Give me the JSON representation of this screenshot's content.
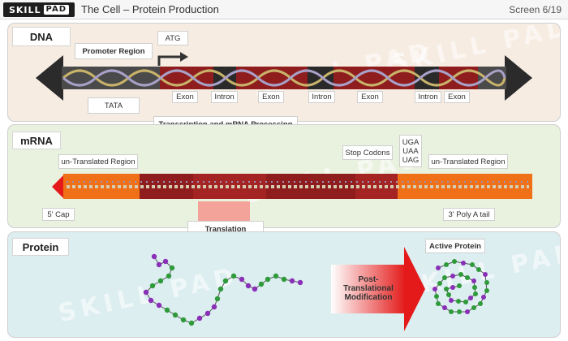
{
  "app": {
    "logo_text_1": "SKILL",
    "logo_text_2": "PAD",
    "title": "The Cell – Protein Production",
    "screen": "Screen 6/19"
  },
  "dna": {
    "title": "DNA",
    "promoter": "Promoter Region",
    "atg": "ATG",
    "tata": "TATA",
    "segments": [
      "Exon",
      "Intron",
      "Exon",
      "Intron",
      "Exon",
      "Intron",
      "Exon"
    ]
  },
  "step1": "Transcription and mRNA Processing",
  "mrna": {
    "title": "mRNA",
    "utr_left": "un-Translated Region",
    "stop_codons": "Stop Codons",
    "codons": [
      "UGA",
      "UAA",
      "UAG"
    ],
    "utr_right": "un-Translated Region",
    "cap": "5' Cap",
    "polya": "3' Poly A tail"
  },
  "step2": "Translation",
  "protein": {
    "title": "Protein",
    "ptm_line1": "Post-Translational",
    "ptm_line2": "Modification",
    "active": "Active Protein"
  },
  "watermark": "SKILL PAD",
  "colors": {
    "dna_panel": "#f6ece2",
    "mrna_panel": "#e9f1df",
    "protein_panel": "#ddeef0",
    "exon_red": "#8f1d1d",
    "utr_orange": "#f07018",
    "arrow_red": "#e41a1a",
    "amino_green": "#2f9a3a",
    "amino_purple": "#8a2fb8"
  }
}
